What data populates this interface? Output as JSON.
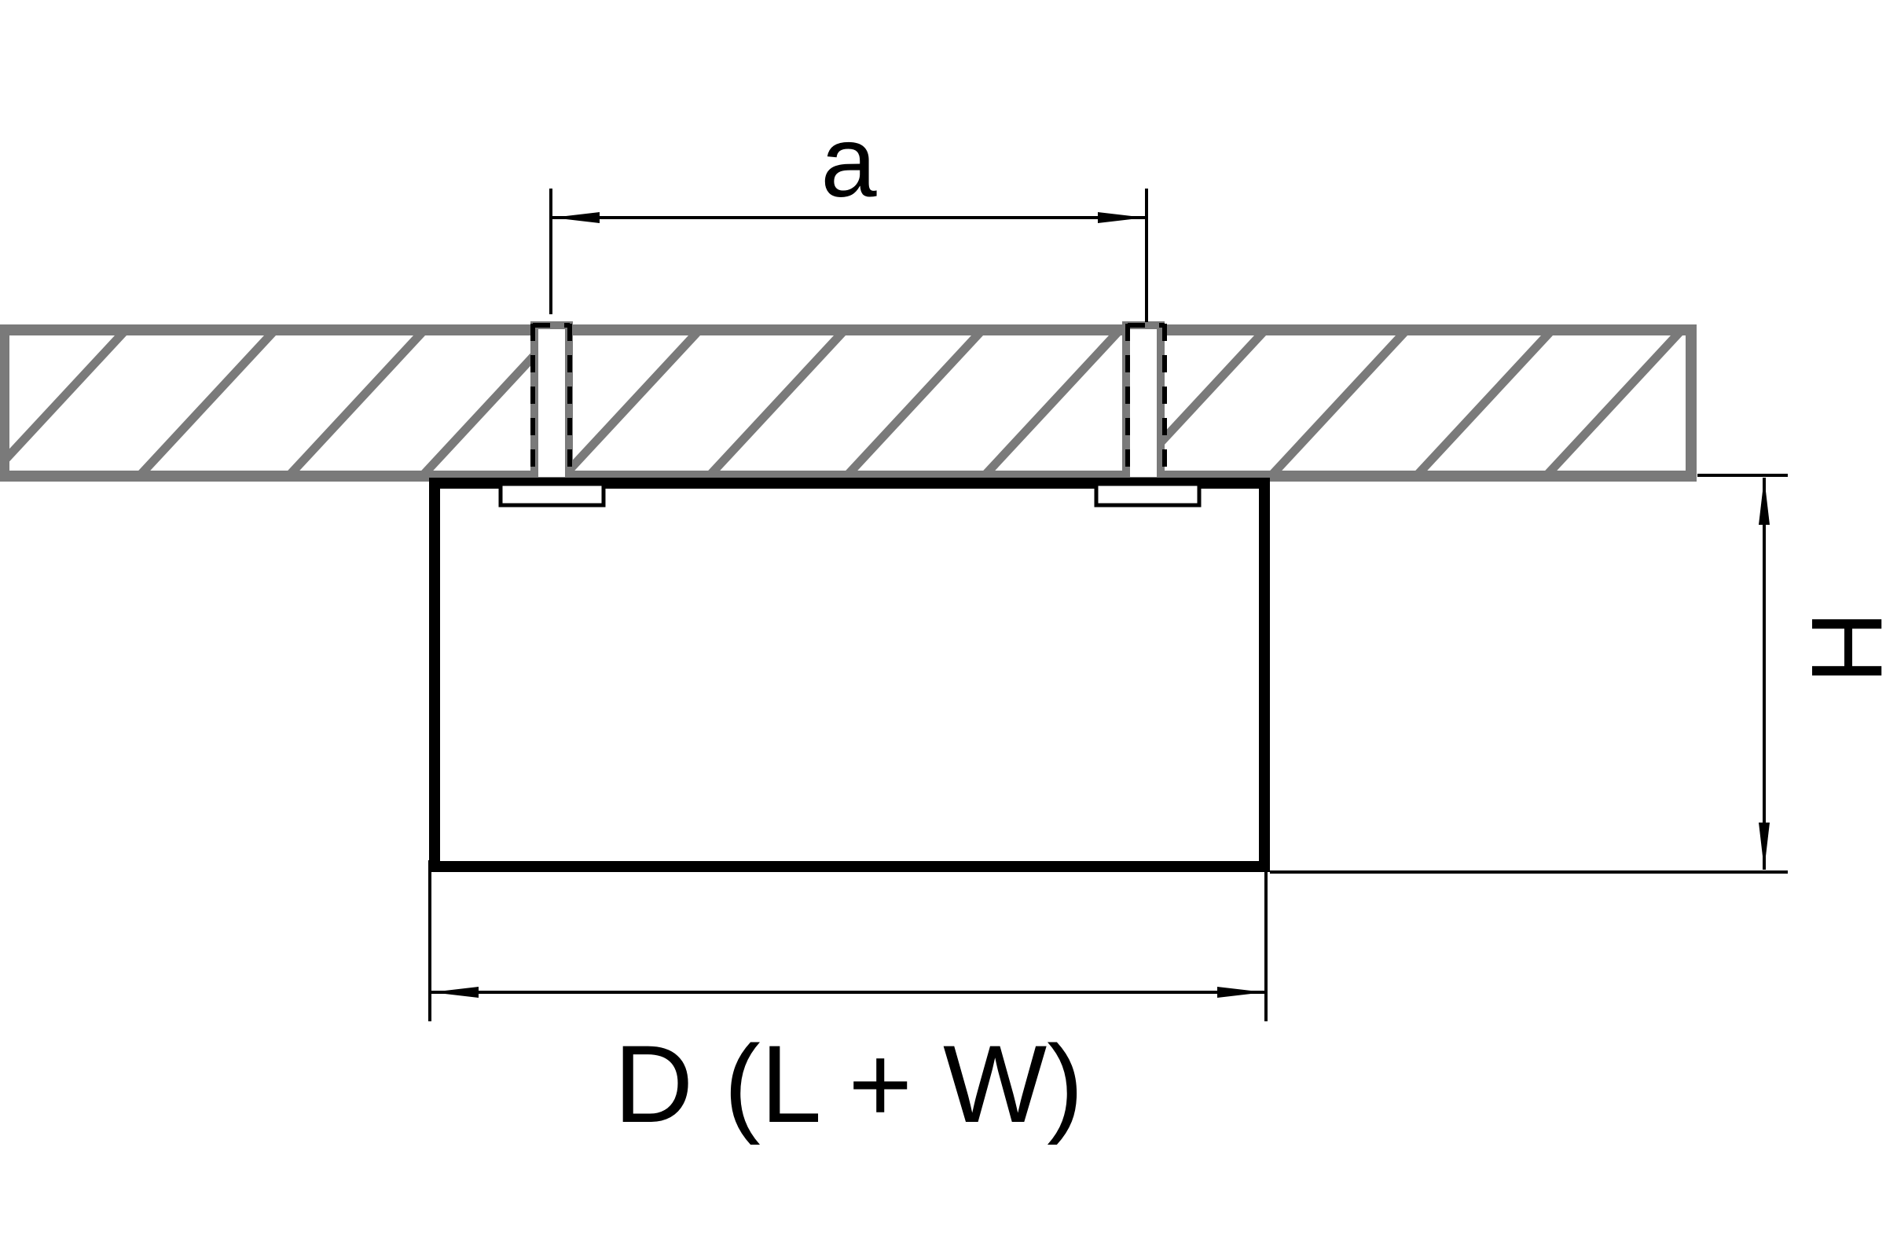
{
  "diagram": {
    "labels": {
      "spacing": "a",
      "height": "H",
      "diameter": "D (L + W)"
    },
    "colors": {
      "ceiling": "#7a7a7a",
      "fixture": "#000000",
      "dimension": "#000000",
      "background": "#ffffff"
    }
  }
}
